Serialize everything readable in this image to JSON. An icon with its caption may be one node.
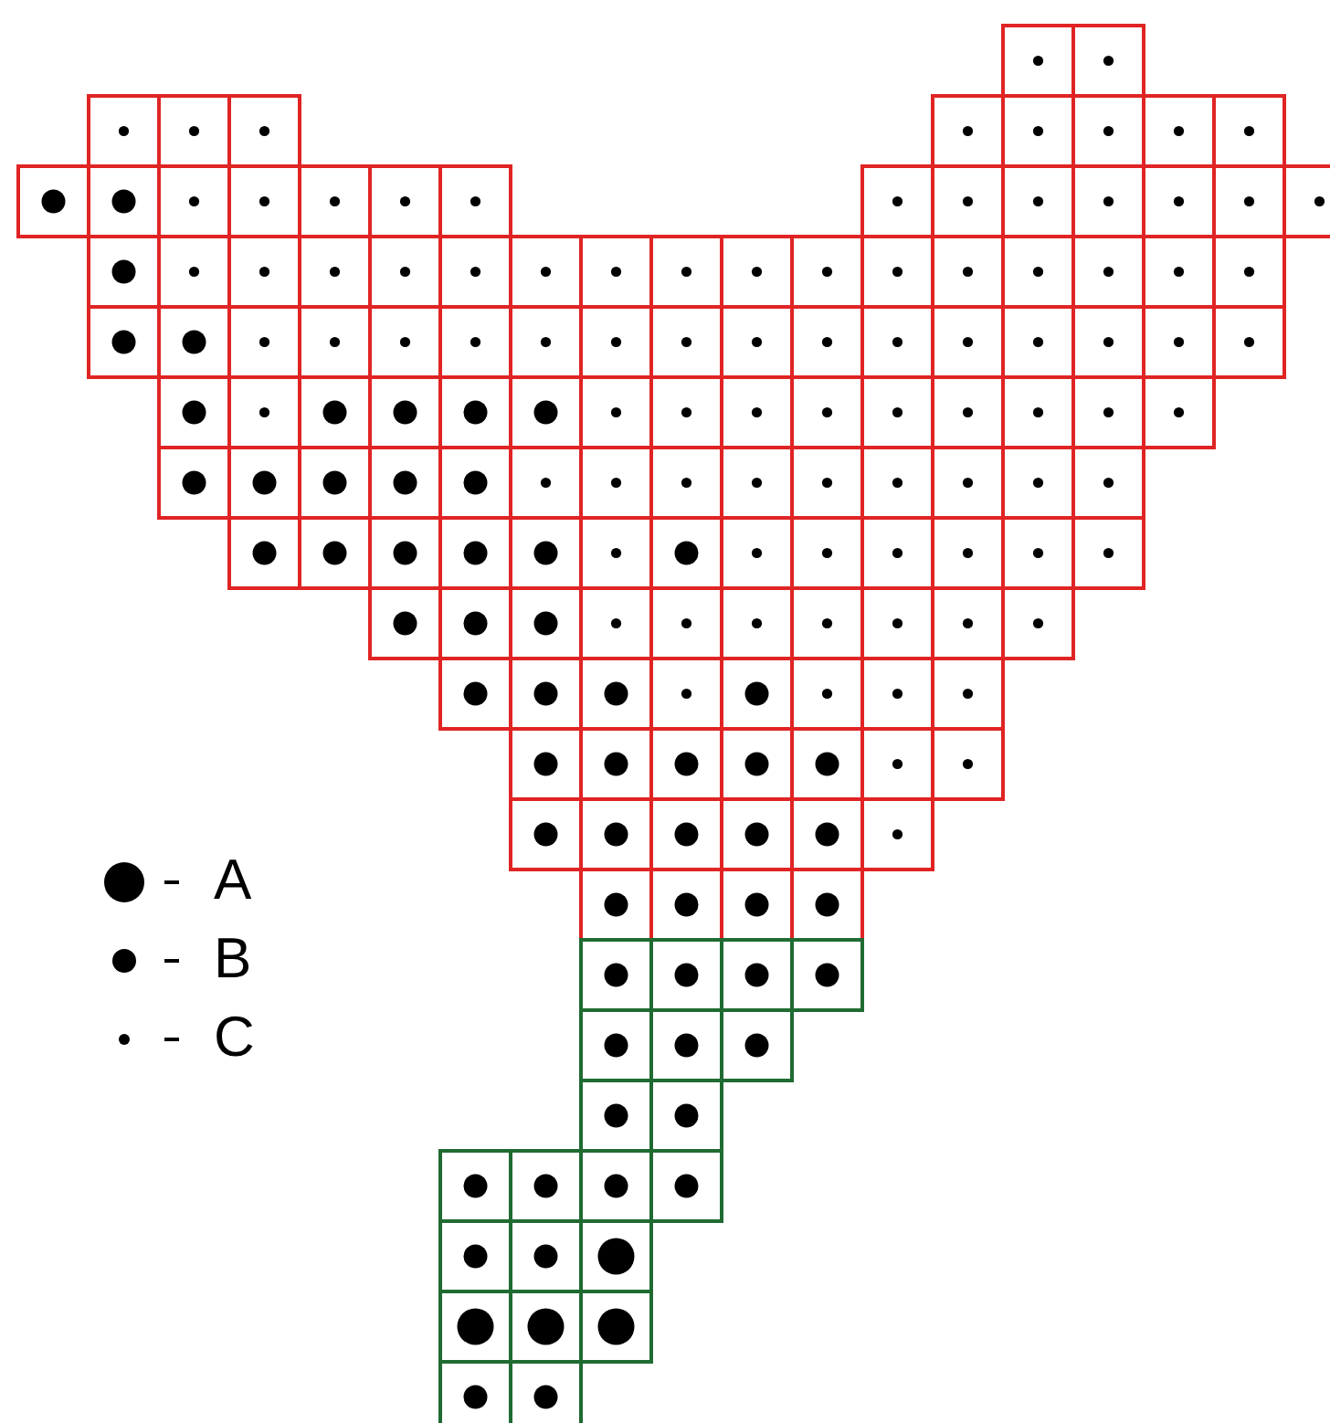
{
  "diagram": {
    "legend": [
      {
        "text": "A"
      },
      {
        "text": "B"
      },
      {
        "text": "C"
      }
    ]
  }
}
